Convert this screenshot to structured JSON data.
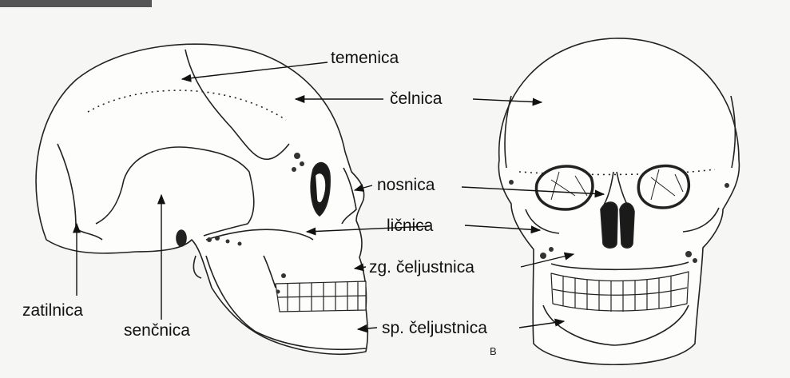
{
  "labels": {
    "temenica": "temenica",
    "celnica": "čelnica",
    "nosnica": "nosnica",
    "licnica": "ličnica",
    "zg_celjustnica": "zg. čeljustnica",
    "sp_celjustnica": "sp. čeljustnica",
    "zatilnica": "zatilnica",
    "sencnica": "senčnica"
  },
  "panel_letter": "B"
}
